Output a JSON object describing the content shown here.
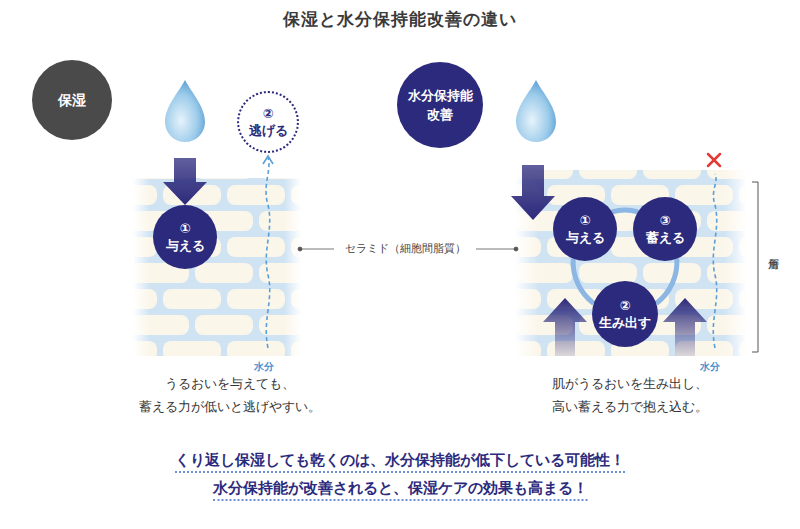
{
  "diagram": {
    "title": "保湿と水分保持能改善の違い",
    "nodes": [
      {
        "text": [
          "保湿"
        ]
      },
      {
        "text": [
          "①",
          "与える"
        ]
      },
      {
        "text": [
          "②",
          "逃げる"
        ]
      },
      {
        "text": [
          "水分保持能 改善"
        ]
      },
      {
        "text": [
          "①",
          "与える"
        ]
      },
      {
        "text": [
          "③",
          "蓄える"
        ]
      },
      {
        "text": [
          "②",
          "生み出す"
        ]
      }
    ],
    "edges": [
      {
        "from": 4,
        "to": 5,
        "arrow": "none"
      },
      {
        "from": 5,
        "to": 6,
        "arrow": "none"
      },
      {
        "from": 6,
        "to": 4,
        "arrow": "none"
      }
    ],
    "labels": [
      "水分",
      "セラミド（細胞間脂質）",
      "角層",
      "水分",
      "うるおいを与えても、 蓄える力が低いと逃げやすい。",
      "肌がうるおいを生み出し、 高い蓄える力で抱え込む。",
      "くり返し保湿しても乾くのは、水分保持能が低下している可能性！",
      "水分保持能が改善されると、保湿ケアの効果も高まる！"
    ]
  }
}
